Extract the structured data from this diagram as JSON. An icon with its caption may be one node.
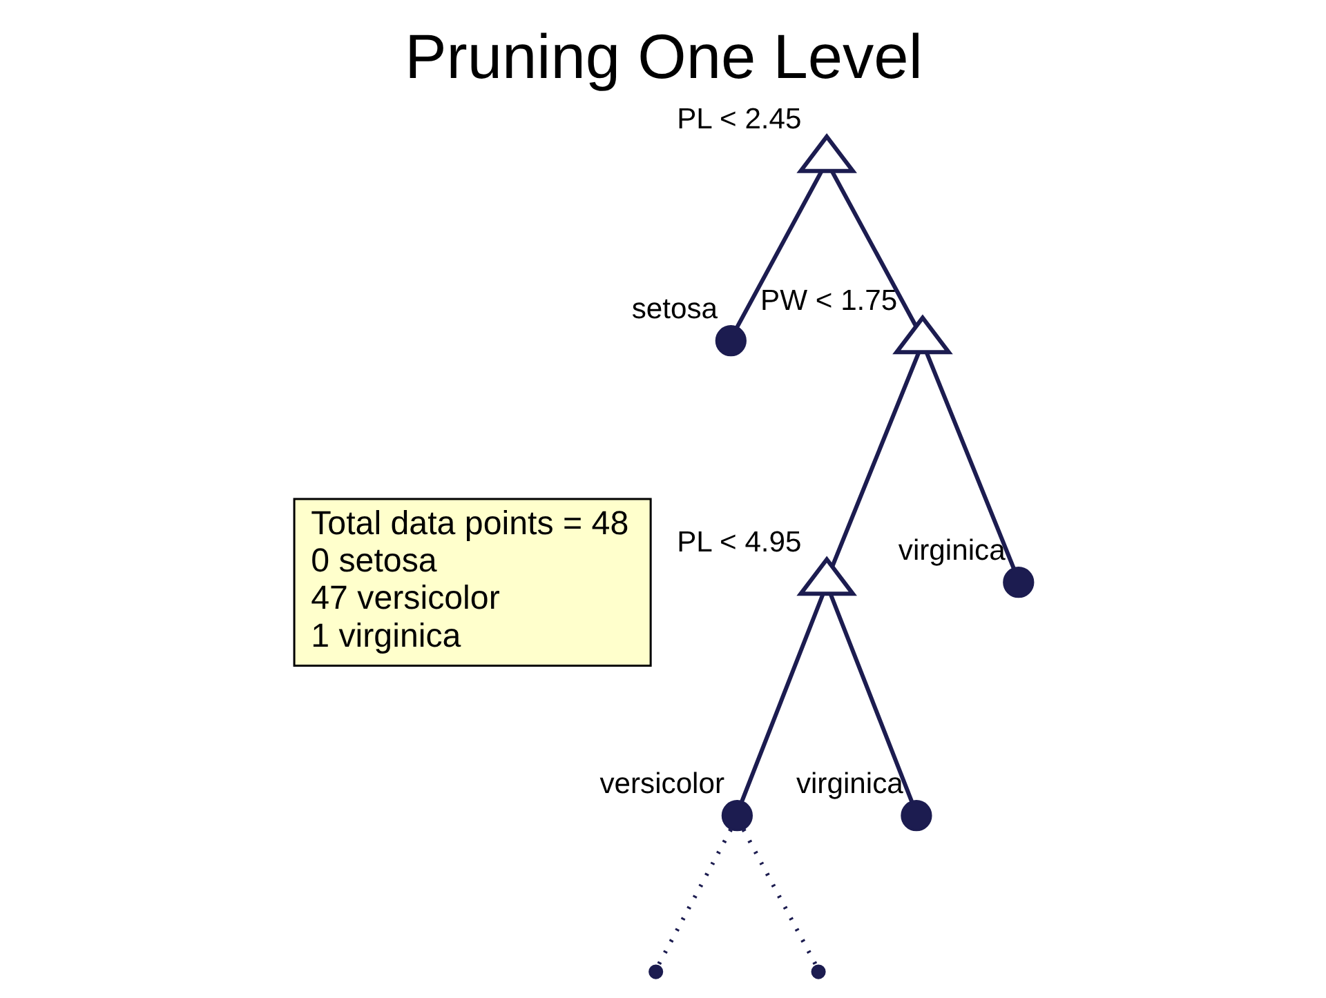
{
  "diagram": {
    "title": "Pruning One Level",
    "nodes": [
      {
        "text": [],
        "shape": "triangle",
        "beside": [
          "PL < 2.45"
        ]
      },
      {
        "text": [],
        "shape": "circle",
        "beside": [
          "setosa"
        ]
      },
      {
        "text": [],
        "shape": "triangle",
        "beside": [
          "PW < 1.75"
        ]
      },
      {
        "text": [],
        "shape": "triangle",
        "beside": [
          "PL < 4.95"
        ]
      },
      {
        "text": [],
        "shape": "circle",
        "beside": [
          "virginica"
        ]
      },
      {
        "text": [],
        "shape": "circle",
        "beside": [
          "versicolor"
        ]
      },
      {
        "text": [],
        "shape": "circle",
        "beside": [
          "virginica"
        ]
      },
      {
        "text": [],
        "shape": "circle"
      },
      {
        "text": [],
        "shape": "circle"
      },
      {
        "text": [
          "Total data points = 48",
          "0 setosa",
          "47 versicolor",
          "1 virginica"
        ]
      }
    ],
    "edges": [
      {
        "from": 0,
        "to": 1,
        "arrow": "none"
      },
      {
        "from": 0,
        "to": 2,
        "arrow": "none"
      },
      {
        "from": 2,
        "to": 3,
        "arrow": "none"
      },
      {
        "from": 2,
        "to": 4,
        "arrow": "none"
      },
      {
        "from": 3,
        "to": 5,
        "arrow": "none"
      },
      {
        "from": 3,
        "to": 6,
        "arrow": "none"
      },
      {
        "from": 5,
        "to": 7,
        "arrow": "none",
        "style": "dashed"
      },
      {
        "from": 5,
        "to": 8,
        "arrow": "none",
        "style": "dashed"
      }
    ]
  }
}
